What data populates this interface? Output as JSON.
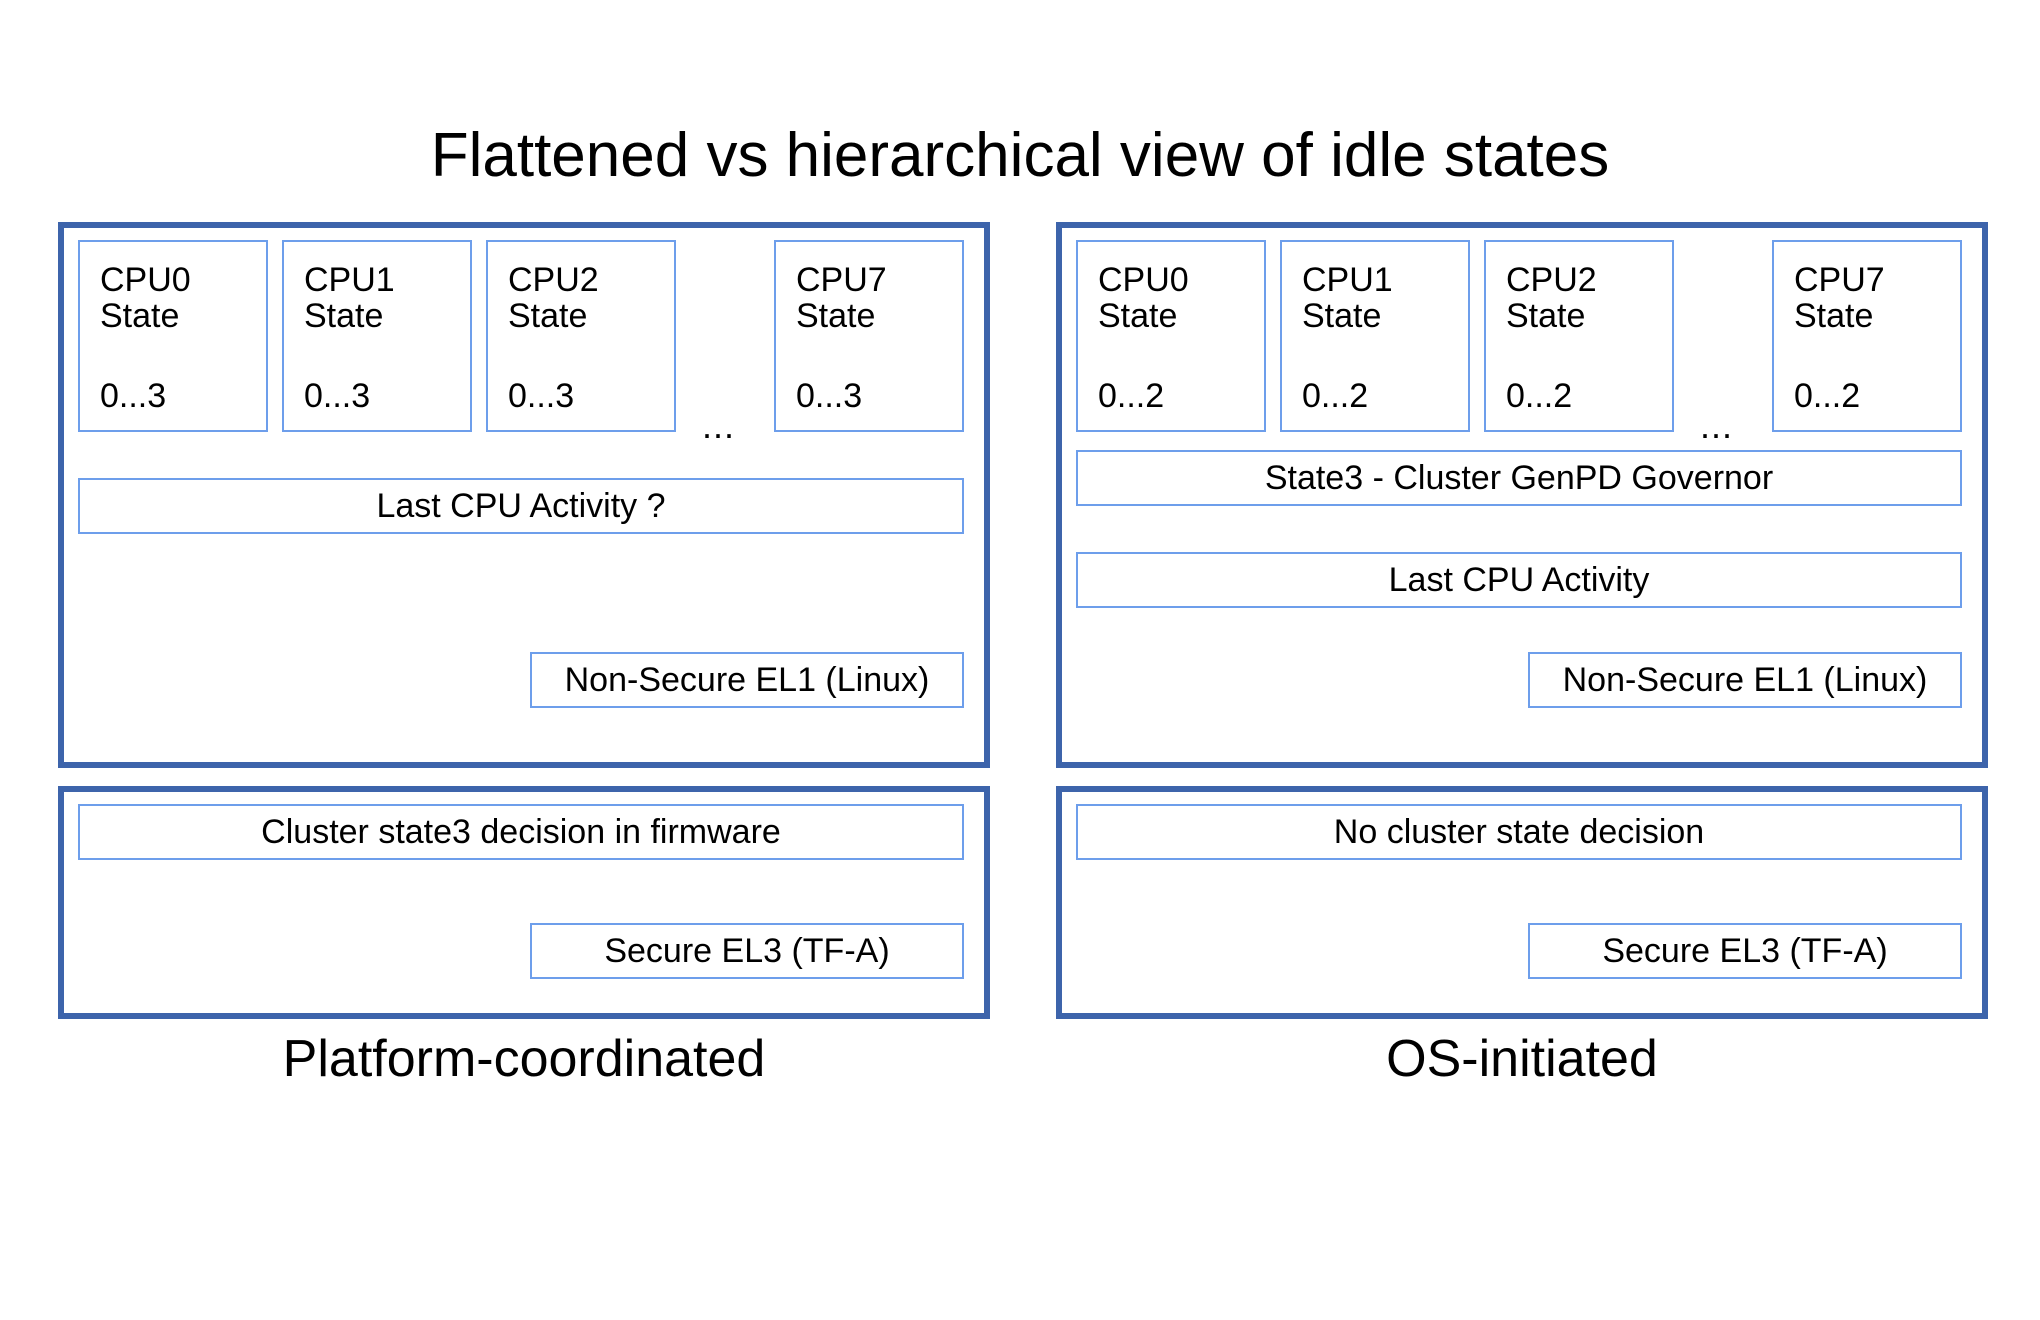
{
  "title": "Flattened vs hierarchical view of idle states",
  "colors": {
    "panel_border": "#3d64ab",
    "box_border": "#6d9eeb",
    "background": "#ffffff",
    "text": "#000000"
  },
  "panels": {
    "left": {
      "caption": "Platform-coordinated",
      "ellipsis": "...",
      "cpus": [
        {
          "name": "CPU0",
          "state_label": "State",
          "state_range": "0...3"
        },
        {
          "name": "CPU1",
          "state_label": "State",
          "state_range": "0...3"
        },
        {
          "name": "CPU2",
          "state_label": "State",
          "state_range": "0...3"
        },
        {
          "name": "CPU7",
          "state_label": "State",
          "state_range": "0...3"
        }
      ],
      "bars": [
        {
          "label": "Last CPU Activity ?"
        }
      ],
      "el_badge": "Non-Secure EL1 (Linux)",
      "firmware": {
        "decision": "Cluster state3 decision in firmware",
        "el_badge": "Secure EL3 (TF-A)"
      }
    },
    "right": {
      "caption": "OS-initiated",
      "ellipsis": "...",
      "cpus": [
        {
          "name": "CPU0",
          "state_label": "State",
          "state_range": "0...2"
        },
        {
          "name": "CPU1",
          "state_label": "State",
          "state_range": "0...2"
        },
        {
          "name": "CPU2",
          "state_label": "State",
          "state_range": "0...2"
        },
        {
          "name": "CPU7",
          "state_label": "State",
          "state_range": "0...2"
        }
      ],
      "bars": [
        {
          "label": "State3 - Cluster GenPD Governor"
        },
        {
          "label": "Last CPU Activity"
        }
      ],
      "el_badge": "Non-Secure EL1 (Linux)",
      "firmware": {
        "decision": "No cluster state decision",
        "el_badge": "Secure EL3 (TF-A)"
      }
    }
  }
}
